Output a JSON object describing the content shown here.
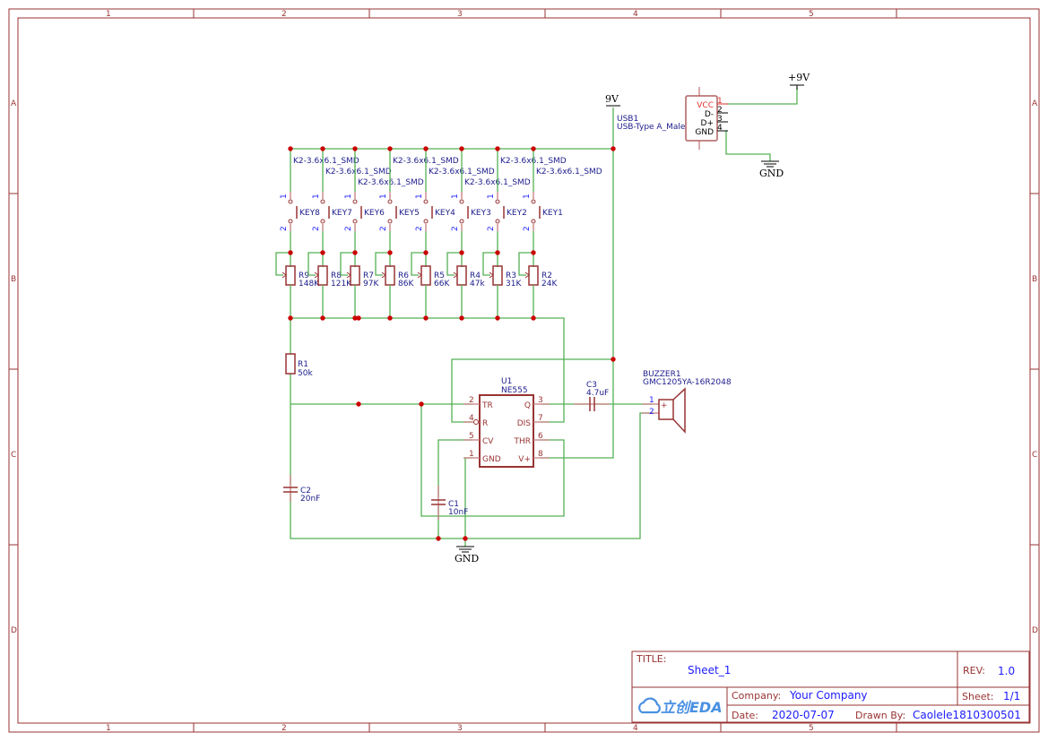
{
  "sheet": {
    "columns": [
      "1",
      "2",
      "3",
      "4",
      "5"
    ],
    "rows": [
      "A",
      "B",
      "C",
      "D"
    ]
  },
  "nets": {
    "vcc9": "9V",
    "plus9": "+9V",
    "gnd1": "GND",
    "gnd2": "GND"
  },
  "keys": [
    {
      "name": "KEY8",
      "footprint": "K2-3.6x6.1_SMD"
    },
    {
      "name": "KEY7",
      "footprint": "K2-3.6x6.1_SMD"
    },
    {
      "name": "KEY6",
      "footprint": "K2-3.6x6.1_SMD"
    },
    {
      "name": "KEY5",
      "footprint": "K2-3.6x6.1_SMD"
    },
    {
      "name": "KEY4",
      "footprint": "K2-3.6x6.1_SMD"
    },
    {
      "name": "KEY3",
      "footprint": "K2-3.6x6.1_SMD"
    },
    {
      "name": "KEY2",
      "footprint": "K2-3.6x6.1_SMD"
    },
    {
      "name": "KEY1",
      "footprint": "K2-3.6x6.1_SMD"
    }
  ],
  "key_pins": [
    "1",
    "2"
  ],
  "pots": [
    {
      "name": "R9",
      "value": "148K"
    },
    {
      "name": "R8",
      "value": "121K"
    },
    {
      "name": "R7",
      "value": "97K"
    },
    {
      "name": "R6",
      "value": "86K"
    },
    {
      "name": "R5",
      "value": "66K"
    },
    {
      "name": "R4",
      "value": "47k"
    },
    {
      "name": "R3",
      "value": "31K"
    },
    {
      "name": "R2",
      "value": "24K"
    }
  ],
  "r1": {
    "name": "R1",
    "value": "50k"
  },
  "c1": {
    "name": "C1",
    "value": "10nF"
  },
  "c2": {
    "name": "C2",
    "value": "20nF"
  },
  "c3": {
    "name": "C3",
    "value": "4.7uF"
  },
  "u1": {
    "name": "U1",
    "part": "NE555",
    "left_pins": [
      {
        "num": "2",
        "name": "TR"
      },
      {
        "num": "4",
        "name": "R"
      },
      {
        "num": "5",
        "name": "CV"
      },
      {
        "num": "1",
        "name": "GND"
      }
    ],
    "right_pins": [
      {
        "num": "3",
        "name": "Q"
      },
      {
        "num": "7",
        "name": "DIS"
      },
      {
        "num": "6",
        "name": "THR"
      },
      {
        "num": "8",
        "name": "V+"
      }
    ]
  },
  "buzzer": {
    "name": "BUZZER1",
    "part": "GMC1205YA-16R2048",
    "pins": [
      "1",
      "2"
    ],
    "plus": "+"
  },
  "usb": {
    "name": "USB1",
    "part": "USB-Type A_Male",
    "pins": [
      {
        "num": "1",
        "name": "VCC"
      },
      {
        "num": "2",
        "name": "D-"
      },
      {
        "num": "3",
        "name": "D+"
      },
      {
        "num": "4",
        "name": "GND"
      }
    ]
  },
  "title_block": {
    "title_label": "TITLE:",
    "title": "Sheet_1",
    "rev_label": "REV:",
    "rev": "1.0",
    "company_label": "Company:",
    "company": "Your Company",
    "sheet_label": "Sheet:",
    "sheet": "1/1",
    "date_label": "Date:",
    "date": "2020-07-07",
    "drawn_label": "Drawn By:",
    "drawn_by": "Caolele1810300501",
    "logo": "立创EDA"
  },
  "colors": {
    "wire": "#55b055",
    "component": "#993333",
    "junction": "#cc0000",
    "label": "#1c1c8c",
    "value": "#1c1cff"
  }
}
